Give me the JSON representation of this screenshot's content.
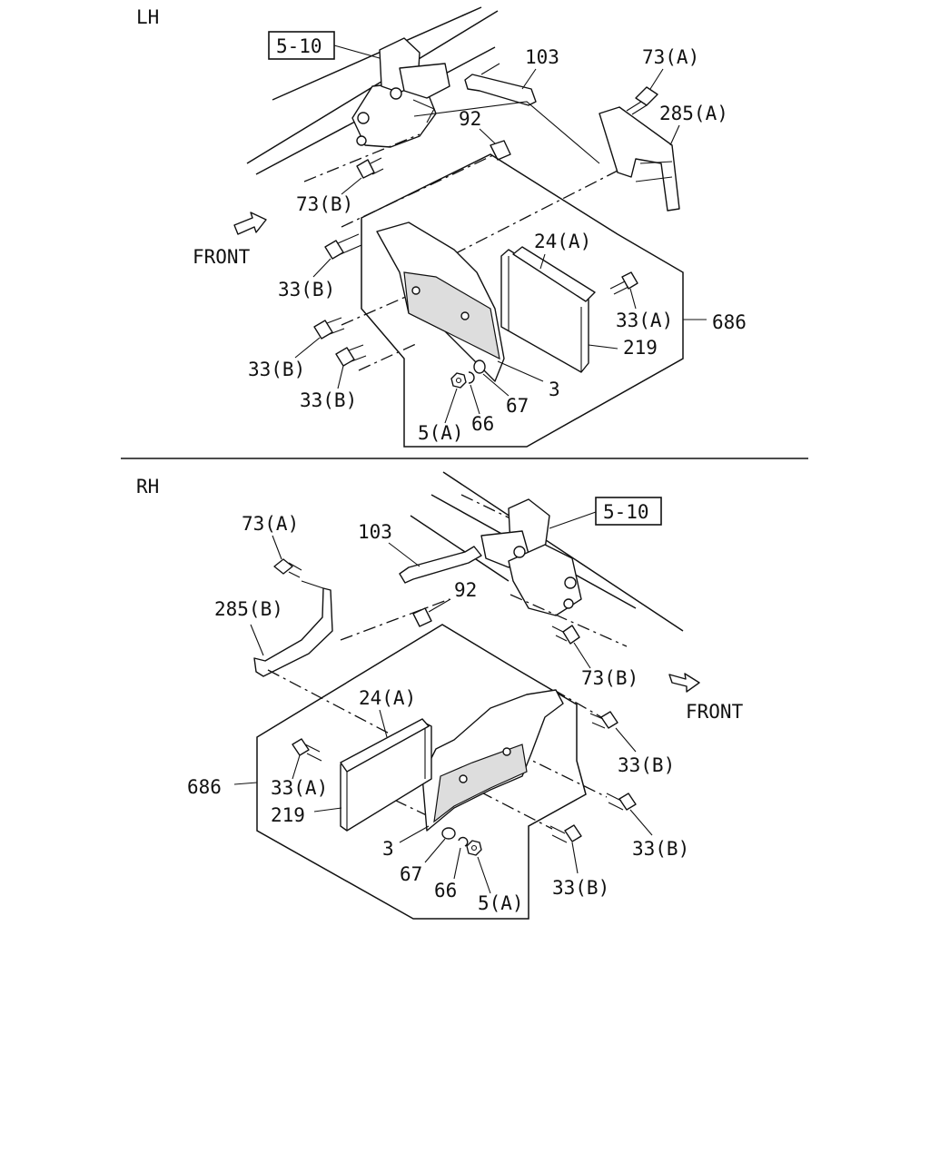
{
  "sections": {
    "lh": {
      "title": "LH",
      "front": "FRONT",
      "ref_box": "5-10",
      "labels": {
        "l103": "103",
        "l73a": "73(A)",
        "l285a": "285(A)",
        "l92": "92",
        "l73b": "73(B)",
        "l24a": "24(A)",
        "l33b_1": "33(B)",
        "l33a": "33(A)",
        "l686": "686",
        "l219": "219",
        "l33b_2": "33(B)",
        "l3": "3",
        "l33b_3": "33(B)",
        "l67": "67",
        "l66": "66",
        "l5a": "5(A)"
      }
    },
    "rh": {
      "title": "RH",
      "front": "FRONT",
      "ref_box": "5-10",
      "labels": {
        "l73a": "73(A)",
        "l103": "103",
        "l92": "92",
        "l285b": "285(B)",
        "l73b": "73(B)",
        "l24a": "24(A)",
        "l33b_1": "33(B)",
        "l686": "686",
        "l33a": "33(A)",
        "l219": "219",
        "l33b_2": "33(B)",
        "l3": "3",
        "l67": "67",
        "l66": "66",
        "l5a": "5(A)",
        "l33b_3": "33(B)"
      }
    }
  },
  "colors": {
    "ink": "#111111",
    "paper": "#ffffff",
    "shade": "#dddddd"
  },
  "icons": {
    "front_arrow": "front-arrow-icon"
  }
}
